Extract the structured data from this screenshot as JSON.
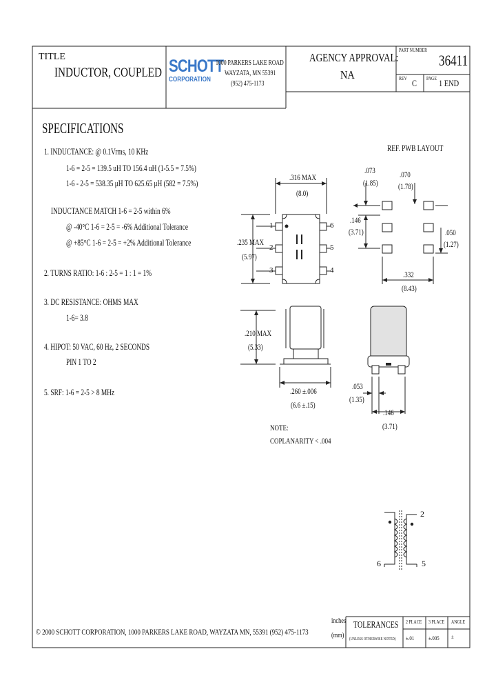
{
  "title_block": {
    "title_label": "TITLE",
    "title": "INDUCTOR, COUPLED",
    "logo_line1": "SCHOTT",
    "logo_line2": "CORPORATION",
    "address_line1": "1000 PARKERS LAKE ROAD",
    "address_line2": "WAYZATA, MN  55391",
    "address_line3": "(952) 475-1173",
    "agency_label": "AGENCY APPROVAL:",
    "agency_value": "NA",
    "part_number_label": "PART NUMBER",
    "part_number": "36411",
    "rev_label": "REV",
    "rev_value": "C",
    "page_label": "PAGE",
    "page_value": "1 END"
  },
  "specs": {
    "heading": "SPECIFICATIONS",
    "l1": "1. INDUCTANCE: @ 0.1Vrms, 10 KHz",
    "l2": "1-6 = 2-5 = 139.5 uH TO 156.4 uH (1-5.5 = 7.5%)",
    "l3": "1-6 - 2-5 = 538.35 μH  TO  625.65 μH (582 = 7.5%)",
    "l4": "INDUCTANCE MATCH 1-6 = 2-5 within 6%",
    "l5": "@ -40°C 1-6 = 2-5 = -6% Additional Tolerance",
    "l6": "@ +85°C 1-6 = 2-5 = +2% Additional Tolerance",
    "l7": "2. TURNS RATIO: 1-6 : 2-5 = 1 : 1 = 1%",
    "l8": "3. DC RESISTANCE: OHMS MAX",
    "l9": "1-6= 3.8",
    "l10": "4. HIPOT:  50 VAC, 60 Hz, 2 SECONDS",
    "l11": "PIN 1 TO 2",
    "l12": "5. SRF: 1-6 = 2-5 > 8 MHz"
  },
  "drawing": {
    "pwb_title": "REF. PWB LAYOUT",
    "width_in": ".316 MAX",
    "width_mm": "(8.0)",
    "height_in": ".235 MAX",
    "height_mm": "(5.97)",
    "pad_073_in": ".073",
    "pad_073_mm": "(1.85)",
    "pad_070_in": ".070",
    "pad_070_mm": "(1.78)",
    "pad_146_in": ".146",
    "pad_146_mm": "(3.71)",
    "pad_050_in": ".050",
    "pad_050_mm": "(1.27)",
    "pad_332_in": ".332",
    "pad_332_mm": "(8.43)",
    "side_h_in": ".210 MAX",
    "side_h_mm": "(5.33)",
    "side_w_in": ".260 ±.006",
    "side_w_mm": "(6.6 ±.15)",
    "end_053_in": ".053",
    "end_053_mm": "(1.35)",
    "end_146_in": ".146",
    "end_146_mm": "(3.71)",
    "note_label": "NOTE:",
    "note_text": "COPLANARITY < .004",
    "pin1": "1",
    "pin2": "2",
    "pin3": "3",
    "pin4": "4",
    "pin5": "5",
    "pin6": "6",
    "sch_pin2": "2",
    "sch_pin5": "5",
    "sch_pin6": "6"
  },
  "footer": {
    "copyright": "© 2000 SCHOTT CORPORATION, 1000 PARKERS LAKE ROAD, WAYZATA MN, 55391   (952) 475-1173",
    "unit_inches": "inches",
    "unit_mm": "(mm)",
    "tolerances": "TOLERANCES",
    "tol_sub": "(UNLESS OTHERWISE NOTED)",
    "col1": "2 PLACE",
    "col2": "3 PLACE",
    "col3": "ANGLE",
    "val1": "±.01",
    "val2": "±.005",
    "val3": "±"
  }
}
